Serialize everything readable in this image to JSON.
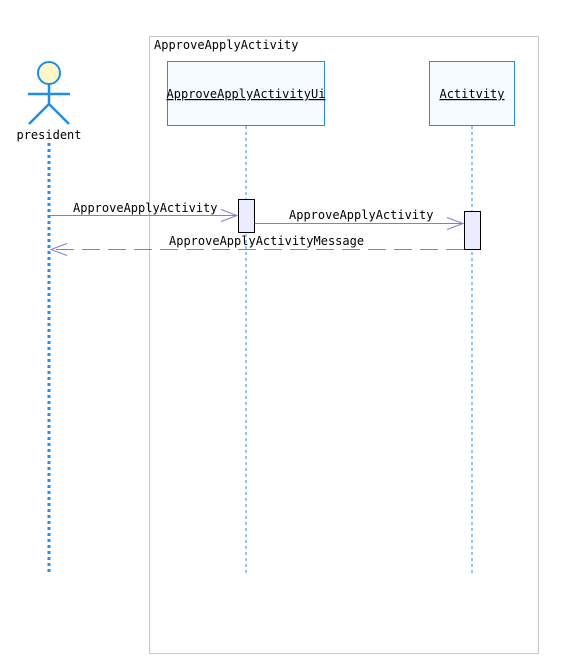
{
  "frame": {
    "title": "ApproveApplyActivity"
  },
  "actor": {
    "name": "president"
  },
  "objects": [
    {
      "name": "ApproveApplyActivityUi"
    },
    {
      "name": "Actitvity"
    }
  ],
  "messages": [
    {
      "label": "ApproveApplyActivity",
      "from": "president",
      "to": "ApproveApplyActivityUi",
      "kind": "call"
    },
    {
      "label": "ApproveApplyActivity",
      "from": "ApproveApplyActivityUi",
      "to": "Actitvity",
      "kind": "call"
    },
    {
      "label": "ApproveApplyActivityMessage",
      "from": "Actitvity",
      "to": "president",
      "kind": "return"
    }
  ],
  "colors": {
    "actor_stroke": "#1e8fe6",
    "actor_head_fill": "#fdf7c8",
    "lifeline": "#2a8de0",
    "object_border": "#2a8fd0",
    "object_fill": "#f5fbff",
    "activation_fill": "#ececff",
    "message_line": "#8080c8",
    "frame_border": "#c8c8c8"
  }
}
